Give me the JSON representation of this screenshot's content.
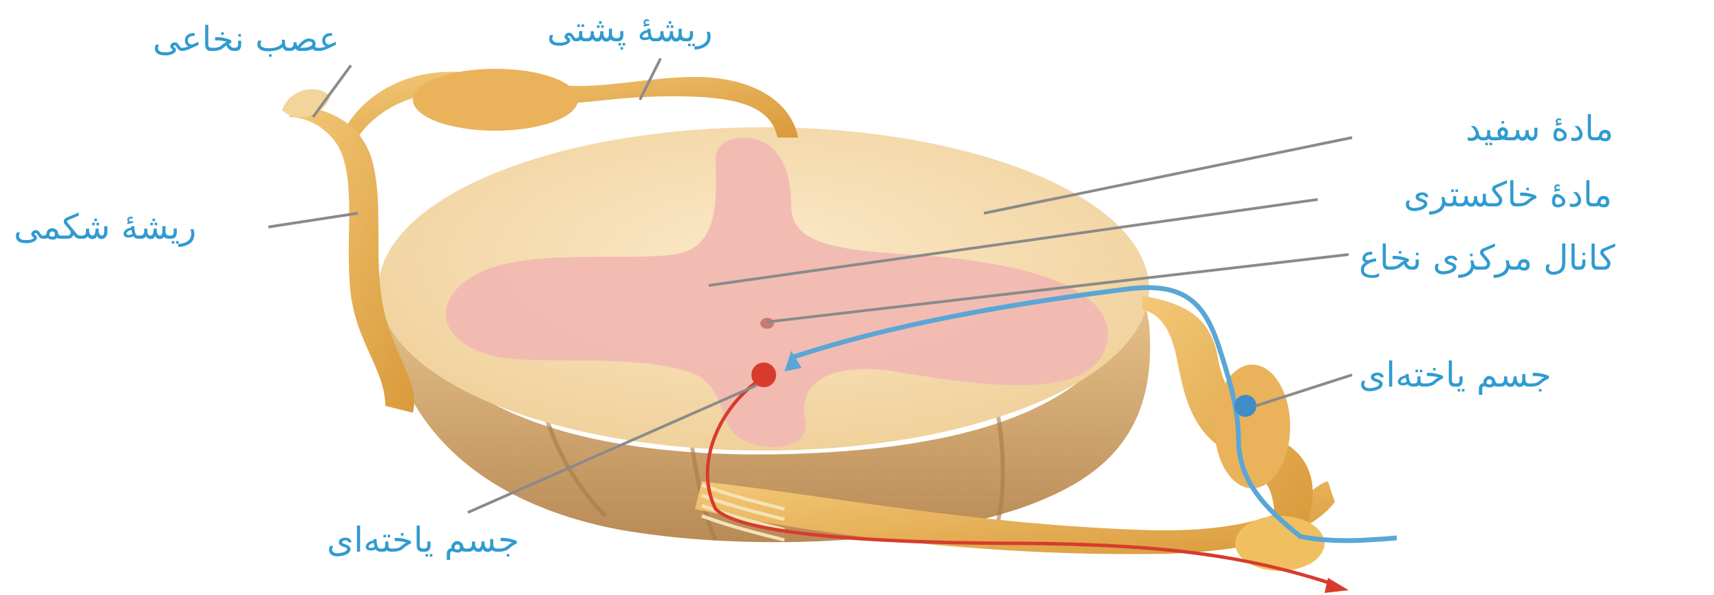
{
  "labels": {
    "spinal_nerve": "عصب نخاعی",
    "dorsal_root": "ریشهٔ پشتی",
    "white_matter": "مادهٔ سفید",
    "gray_matter": "مادهٔ خاکستری",
    "central_canal": "کانال مرکزی نخاع",
    "ventral_root": "ریشهٔ شکمی",
    "cell_body_right": "جسم یاخته‌ای",
    "cell_body_bottom": "جسم یاخته‌ای"
  },
  "colors": {
    "label_text": "#2f9bd0",
    "leader_line": "#8a8a8a",
    "white_matter": "#f7dcb0",
    "gray_matter": "#f1b9b2",
    "nerve": "#e9b558",
    "sensory_neuron": "#5aa6d6",
    "motor_neuron": "#d83b2c"
  }
}
